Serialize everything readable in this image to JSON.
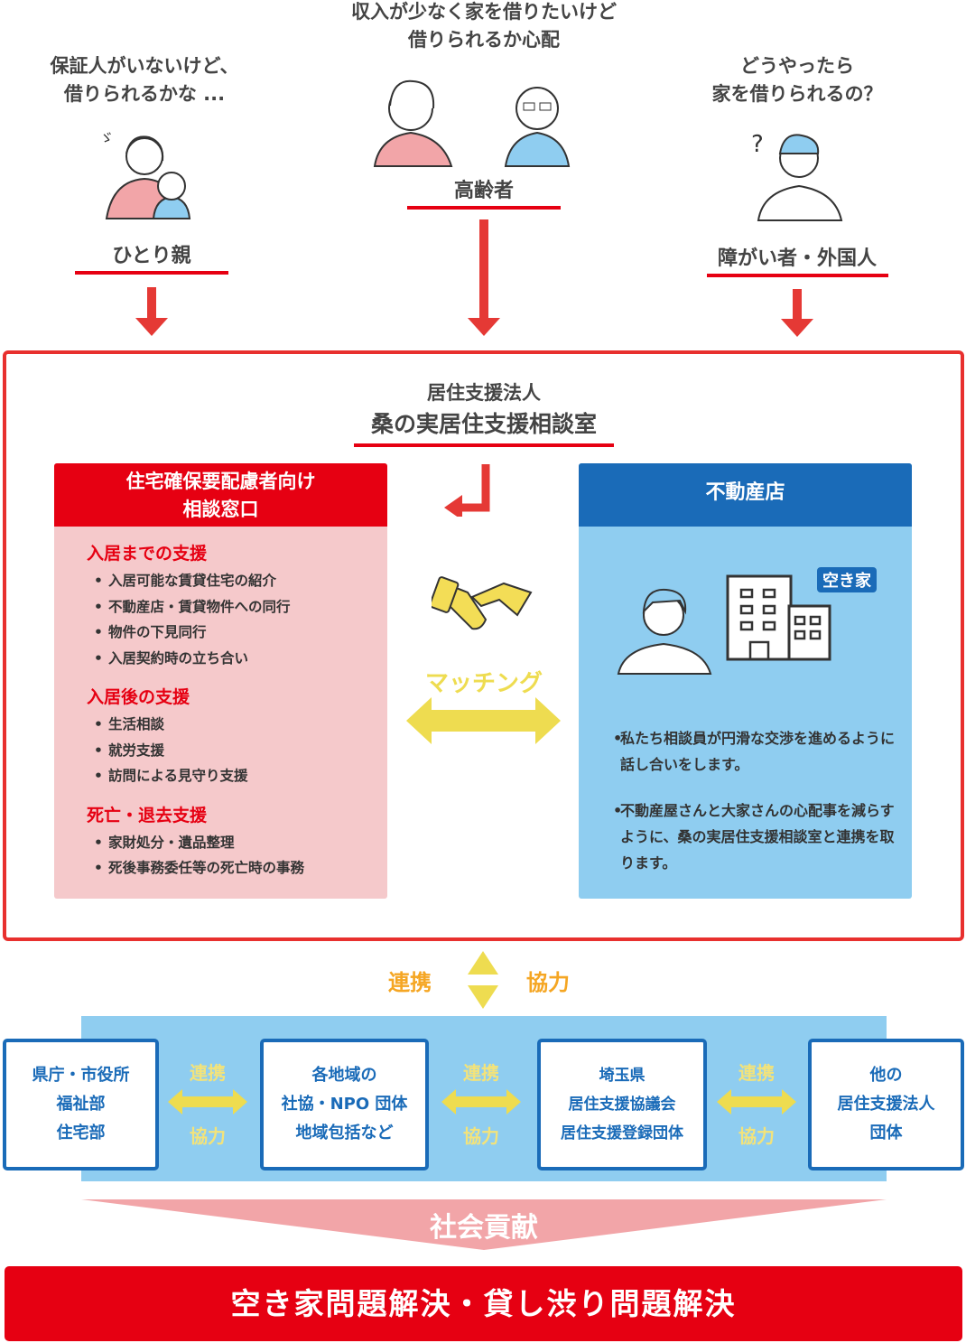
{
  "groups": [
    {
      "question": [
        "保証人がいないけど、",
        "借りられるかな ..."
      ],
      "label": "ひとり親"
    },
    {
      "question": [
        "収入が少なく家を借りたいけど",
        "借りられるか心配"
      ],
      "label": "高齢者"
    },
    {
      "question": [
        "どうやったら",
        "家を借りられるの？"
      ],
      "label": "障がい者・外国人"
    }
  ],
  "org": {
    "type": "居住支援法人",
    "name": "桑の実居住支援相談室"
  },
  "left_panel": {
    "title": [
      "住宅確保要配慮者向け",
      "相談窓口"
    ],
    "sections": [
      {
        "heading": "入居までの支援",
        "items": [
          "入居可能な賃貸住宅の紹介",
          "不動産店・賃貸物件への同行",
          "物件の下見同行",
          "入居契約時の立ち合い"
        ]
      },
      {
        "heading": "入居後の支援",
        "items": [
          "生活相談",
          "就労支援",
          "訪問による見守り支援"
        ]
      },
      {
        "heading": "死亡・退去支援",
        "items": [
          "家財処分・遺品整理",
          "死後事務委任等の死亡時の事務"
        ]
      }
    ]
  },
  "matching": "マッチング",
  "right_panel": {
    "title": "不動産店",
    "badge": "空き家",
    "items": [
      "私たち相談員が円滑な交渉を進めるように話し合いをします。",
      "不動産屋さんと大家さんの心配事を減らすように、桑の実居住支援相談室と連携を取ります。"
    ]
  },
  "link": {
    "left": "連携",
    "right": "協力"
  },
  "partners": [
    {
      "lines": [
        "県庁・市役所",
        "福祉部",
        "住宅部"
      ]
    },
    {
      "lines": [
        "各地域の",
        "社協・NPO 団体",
        "地域包括など"
      ]
    },
    {
      "lines": [
        "埼玉県",
        "居住支援協議会",
        "居住支援登録団体"
      ]
    },
    {
      "lines": [
        "他の",
        "居住支援法人",
        "団体"
      ]
    }
  ],
  "connector": {
    "top": "連携",
    "bottom": "協力"
  },
  "contribution": "社会貢献",
  "result": "空き家問題解決・貸し渋り問題解決",
  "colors": {
    "red": "#e60012",
    "blue": "#1a6bb8",
    "lightblue": "#8fcdf0",
    "pink": "#f5c9cb",
    "yellow": "#eedc50",
    "orange": "#f5a623"
  }
}
